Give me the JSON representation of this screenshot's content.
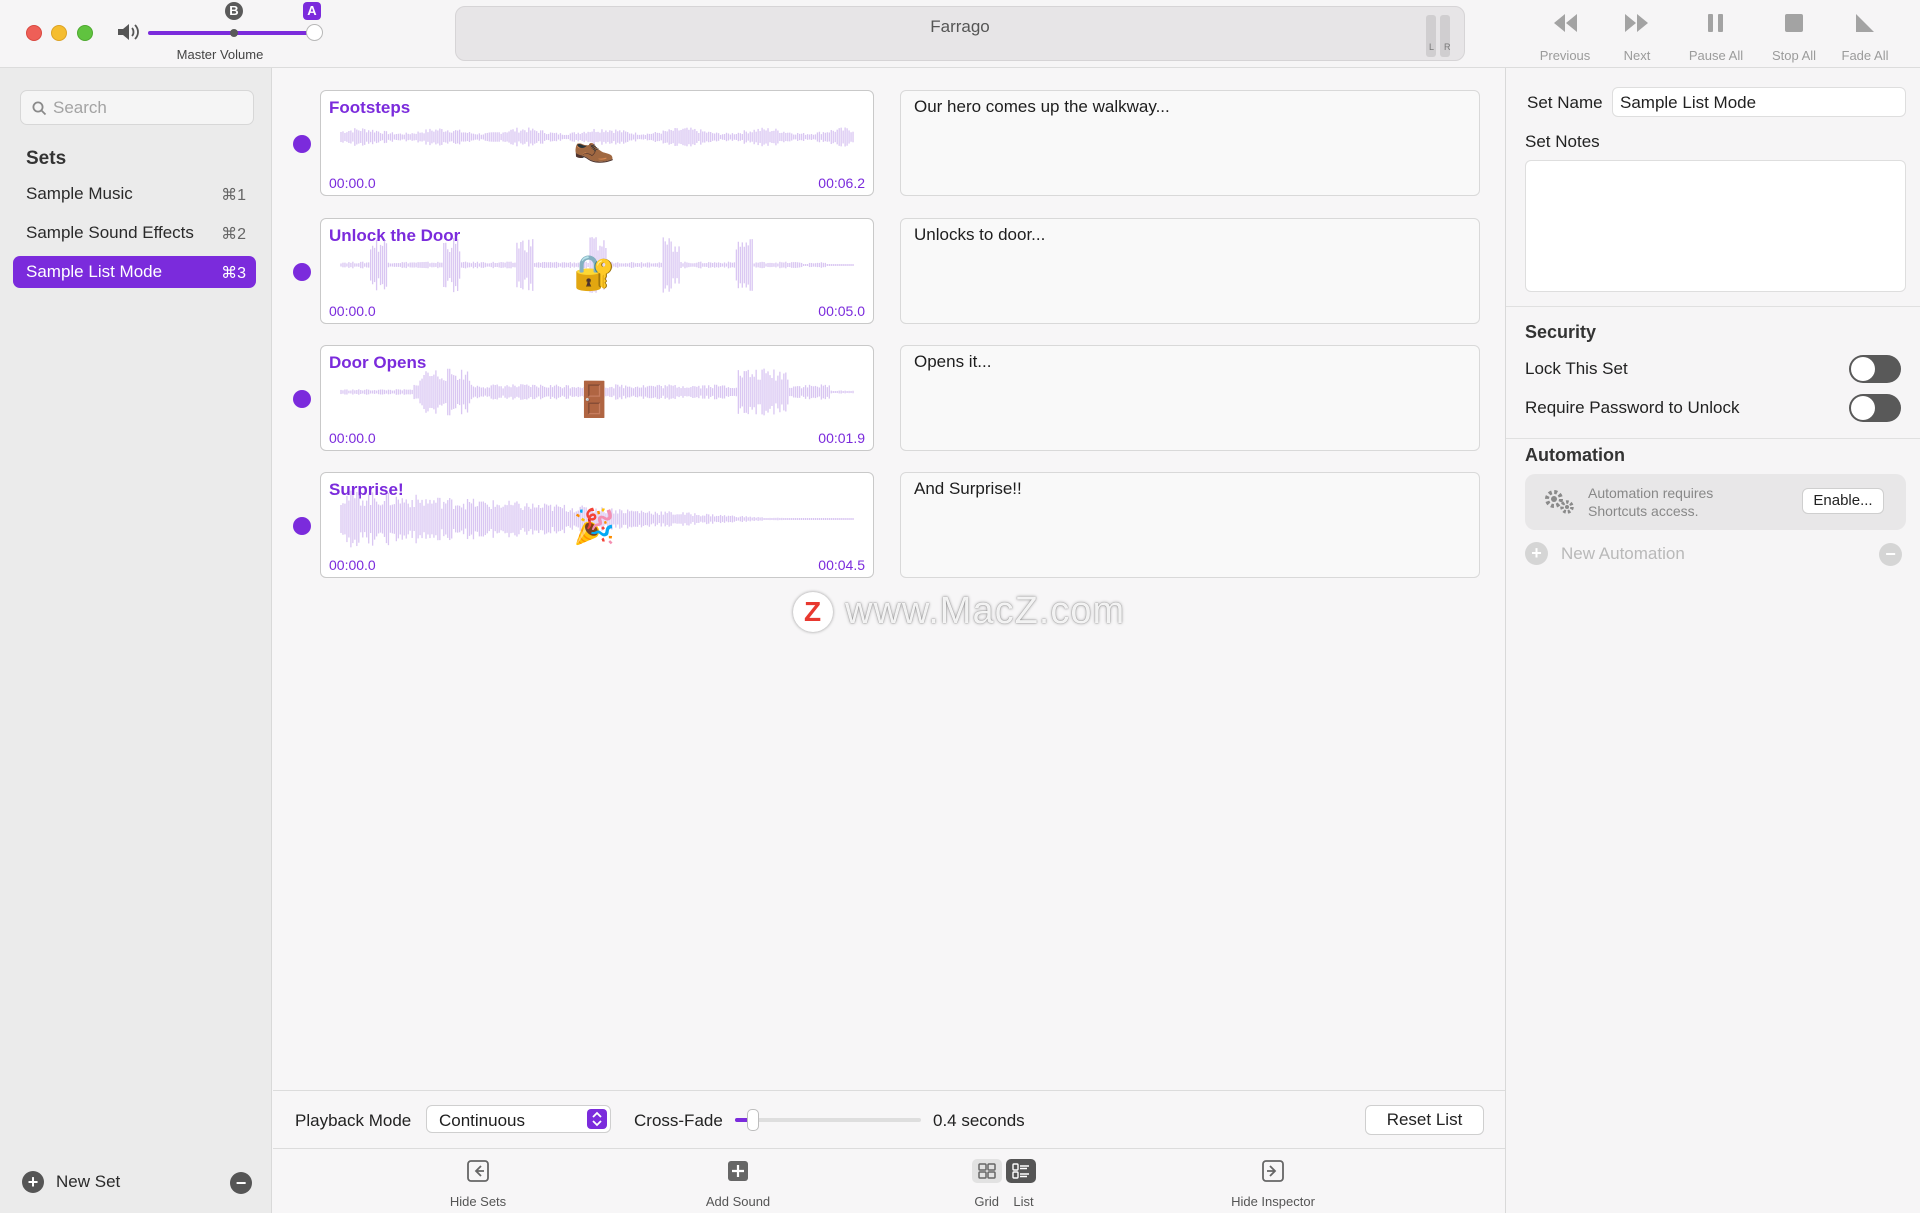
{
  "titlebar": {
    "master_volume_label": "Master Volume",
    "marker_b": "B",
    "marker_a": "A",
    "now_playing": "Farrago",
    "meter_left": "L",
    "meter_right": "R",
    "transport": [
      {
        "label": "Previous",
        "icon": "previous-icon"
      },
      {
        "label": "Next",
        "icon": "next-icon"
      },
      {
        "label": "Pause All",
        "icon": "pause-icon"
      },
      {
        "label": "Stop All",
        "icon": "stop-icon"
      },
      {
        "label": "Fade All",
        "icon": "fade-icon"
      }
    ]
  },
  "sidebar": {
    "search_placeholder": "Search",
    "sets_heading": "Sets",
    "items": [
      {
        "label": "Sample Music",
        "shortcut": "⌘1",
        "selected": false
      },
      {
        "label": "Sample Sound Effects",
        "shortcut": "⌘2",
        "selected": false
      },
      {
        "label": "Sample List Mode",
        "shortcut": "⌘3",
        "selected": true
      }
    ],
    "new_set_label": "New Set"
  },
  "sounds": [
    {
      "title": "Footsteps",
      "start": "00:00.0",
      "end": "00:06.2",
      "emoji": "👞",
      "note": "Our hero comes up the walkway..."
    },
    {
      "title": "Unlock the Door",
      "start": "00:00.0",
      "end": "00:05.0",
      "emoji": "🔐",
      "note": "Unlocks to door..."
    },
    {
      "title": "Door Opens",
      "start": "00:00.0",
      "end": "00:01.9",
      "emoji": "🚪",
      "note": "Opens it..."
    },
    {
      "title": "Surprise!",
      "start": "00:00.0",
      "end": "00:04.5",
      "emoji": "🎉",
      "note": "And Surprise!!"
    }
  ],
  "watermark": {
    "badge": "Z",
    "text": "www.MacZ.com"
  },
  "playback": {
    "mode_label": "Playback Mode",
    "mode_value": "Continuous",
    "crossfade_label": "Cross-Fade",
    "crossfade_value": "0.4 seconds",
    "reset_label": "Reset List"
  },
  "toolbar": {
    "hide_sets": "Hide Sets",
    "add_sound": "Add Sound",
    "grid": "Grid",
    "list": "List",
    "hide_inspector": "Hide Inspector"
  },
  "inspector": {
    "set_name_label": "Set Name",
    "set_name_value": "Sample List Mode",
    "set_notes_label": "Set Notes",
    "security_heading": "Security",
    "lock_label": "Lock This Set",
    "lock_on": false,
    "password_label": "Require Password to Unlock",
    "password_on": false,
    "automation_heading": "Automation",
    "automation_msg": "Automation requires Shortcuts access.",
    "enable_label": "Enable...",
    "new_automation_label": "New Automation"
  },
  "colors": {
    "accent": "#7b2bdc",
    "waveform": "#d9c6f2"
  }
}
